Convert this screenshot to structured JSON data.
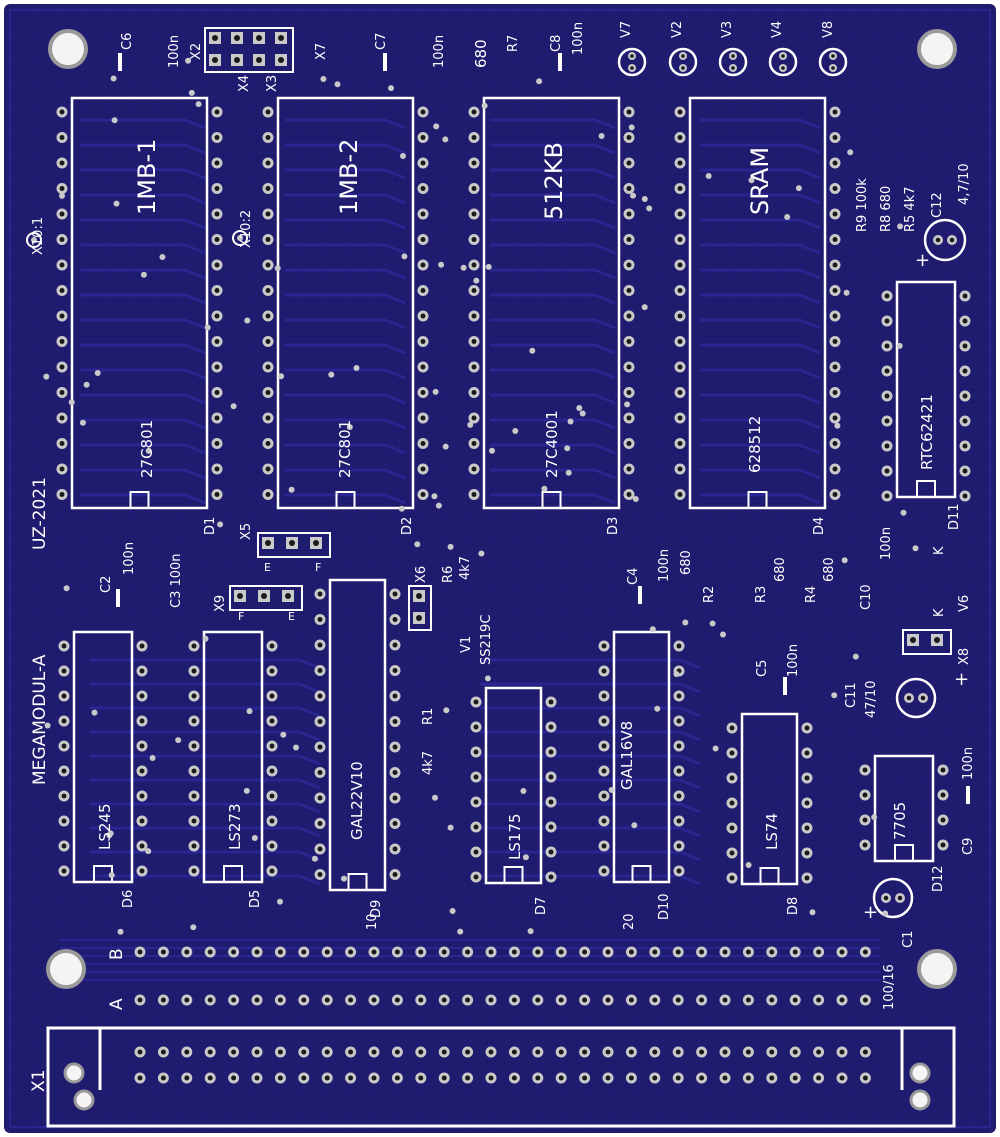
{
  "board": {
    "title": "MEGAMODUL-A",
    "year": "UZ-2021",
    "colors": {
      "substrate": "#1f1b6e",
      "substrate_dark": "#17145a",
      "trace": "#2a2590",
      "silk": "#ffffff",
      "pad": "#c9c9c9",
      "hole": "#1a1a1a"
    }
  },
  "big_chips": [
    {
      "name": "1MB-1",
      "part": "27C801",
      "ref": "D1"
    },
    {
      "name": "1MB-2",
      "part": "27C801",
      "ref": "D2"
    },
    {
      "name": "512KB",
      "part": "27C4001",
      "ref": "D3"
    },
    {
      "name": "SRAM",
      "part": "628512",
      "ref": "D4"
    }
  ],
  "small_chips": [
    {
      "part": "LS245",
      "ref": "D6"
    },
    {
      "part": "LS273",
      "ref": "D5"
    },
    {
      "part": "GAL22V10",
      "ref": "D9"
    },
    {
      "part": "LS175",
      "ref": "D7"
    },
    {
      "part": "GAL16V8",
      "ref": "D10"
    },
    {
      "part": "LS74",
      "ref": "D8"
    },
    {
      "part": "7705",
      "ref": "D12"
    },
    {
      "part": "RTC62421",
      "ref": "D11"
    }
  ],
  "labels": {
    "c6": "C6",
    "c6v": "100n",
    "x2": "X2",
    "x4": "X4",
    "x3": "X3",
    "x7": "X7",
    "c7": "C7",
    "c7v": "100n",
    "r7v": "680",
    "r7": "R7",
    "c8": "C8",
    "c8v": "100n",
    "v7": "V7",
    "v2": "V2",
    "v3": "V3",
    "v4": "V4",
    "v8": "V8",
    "x10_1": "X10:1",
    "x10_2": "X10:2",
    "r9": "R9 100k",
    "r8": "R8 680",
    "r5": "R5 4k7",
    "c12": "C12",
    "c12v": "4,7/10",
    "x5": "X5",
    "c2": "C2",
    "c2v": "100n",
    "c3": "C3 100n",
    "x9": "X9",
    "x6": "X6",
    "r6": "R6",
    "r6v": "4k7",
    "v1": "V1",
    "v1v": "SS219C",
    "r1": "R1",
    "r1v": "4k7",
    "c4": "C4",
    "c4v": "100n",
    "r2v": "680",
    "r2": "R2",
    "r3": "R3",
    "r3v": "680",
    "r4": "R4",
    "r4v": "680",
    "c10": "C10",
    "c10v": "100n",
    "v6": "V6",
    "k1": "K",
    "k2": "K",
    "x8": "X8",
    "c5": "C5",
    "c5v": "100n",
    "c11": "C11",
    "c11v": "47/10",
    "c9": "C9",
    "c9v": "100n",
    "c1": "C1",
    "c1v": "100/16",
    "pin10": "10",
    "pin20": "20",
    "row_b": "B",
    "row_a": "A",
    "x1": "X1",
    "e1": "E",
    "f1": "F",
    "e2": "E",
    "f2": "F",
    "plus1": "+",
    "plus2": "+",
    "plus3": "+"
  }
}
